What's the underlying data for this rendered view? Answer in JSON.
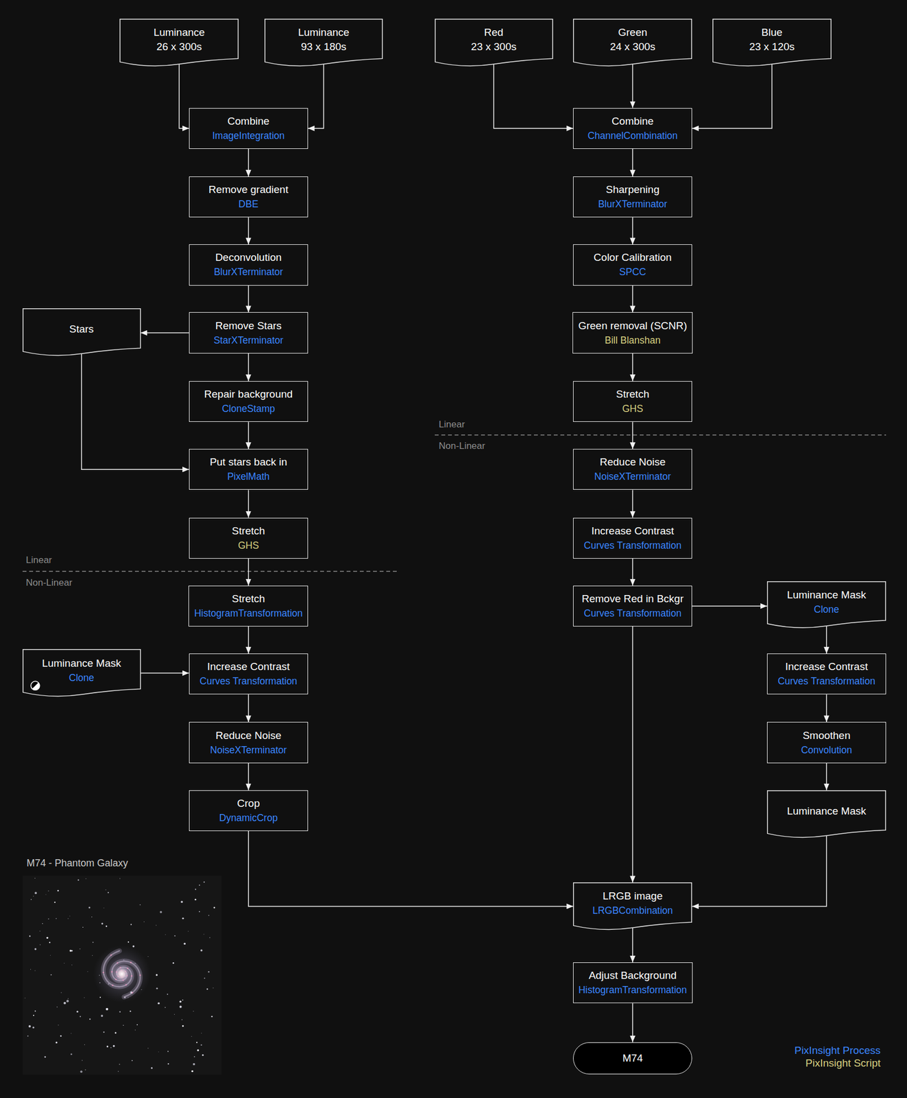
{
  "diagram": {
    "nodes": [
      {
        "text": [
          "Luminance",
          "26 x 300s"
        ]
      },
      {
        "text": [
          "Luminance",
          "93 x 180s"
        ]
      },
      {
        "text": [
          "Red",
          "23 x 300s"
        ]
      },
      {
        "text": [
          "Green",
          "24 x 300s"
        ]
      },
      {
        "text": [
          "Blue",
          "23 x 120s"
        ]
      },
      {
        "text": [
          "Combine",
          "ImageIntegration"
        ]
      },
      {
        "text": [
          "Combine",
          "ChannelCombination"
        ]
      },
      {
        "text": [
          "Remove gradient",
          "DBE"
        ]
      },
      {
        "text": [
          "Sharpening",
          "BlurXTerminator"
        ]
      },
      {
        "text": [
          "Deconvolution",
          "BlurXTerminator"
        ]
      },
      {
        "text": [
          "Color Calibration",
          "SPCC"
        ]
      },
      {
        "text": [
          "Stars"
        ]
      },
      {
        "text": [
          "Remove Stars",
          "StarXTerminator"
        ]
      },
      {
        "text": [
          "Green removal (SCNR)",
          "Bill Blanshan"
        ]
      },
      {
        "text": [
          "Repair background",
          "CloneStamp"
        ]
      },
      {
        "text": [
          "Stretch",
          "GHS"
        ]
      },
      {
        "text": [
          "Put stars back in",
          "PixelMath"
        ]
      },
      {
        "text": [
          "Reduce Noise",
          "NoiseXTerminator"
        ]
      },
      {
        "text": [
          "Stretch",
          "GHS"
        ]
      },
      {
        "text": [
          "Increase Contrast",
          "Curves Transformation"
        ]
      },
      {
        "text": [
          "Stretch",
          "HistogramTransformation"
        ]
      },
      {
        "text": [
          "Remove Red in Bckgr",
          "Curves Transformation"
        ]
      },
      {
        "text": [
          "Luminance Mask",
          "Clone"
        ]
      },
      {
        "text": [
          "Luminance Mask",
          "Clone"
        ]
      },
      {
        "text": [
          "Increase Contrast",
          "Curves Transformation"
        ]
      },
      {
        "text": [
          "Increase Contrast",
          "Curves Transformation"
        ]
      },
      {
        "text": [
          "Reduce Noise",
          "NoiseXTerminator"
        ]
      },
      {
        "text": [
          "Smoothen",
          "Convolution"
        ]
      },
      {
        "text": [
          "Crop",
          "DynamicCrop"
        ]
      },
      {
        "text": [
          "Luminance Mask"
        ]
      },
      {
        "text": [
          "LRGB image",
          "LRGBCombination"
        ]
      },
      {
        "text": [
          "Adjust Background",
          "HistogramTransformation"
        ]
      },
      {
        "text": [
          "M74"
        ]
      }
    ],
    "edges": [
      {
        "from": 0,
        "to": 5,
        "arrow": "to"
      },
      {
        "from": 1,
        "to": 5,
        "arrow": "to"
      },
      {
        "from": 2,
        "to": 6,
        "arrow": "to"
      },
      {
        "from": 3,
        "to": 6,
        "arrow": "to"
      },
      {
        "from": 4,
        "to": 6,
        "arrow": "to"
      },
      {
        "from": 5,
        "to": 7,
        "arrow": "to"
      },
      {
        "from": 7,
        "to": 9,
        "arrow": "to"
      },
      {
        "from": 9,
        "to": 12,
        "arrow": "to"
      },
      {
        "from": 12,
        "to": 11,
        "arrow": "to"
      },
      {
        "from": 12,
        "to": 14,
        "arrow": "to"
      },
      {
        "from": 11,
        "to": 16,
        "arrow": "to"
      },
      {
        "from": 14,
        "to": 16,
        "arrow": "to"
      },
      {
        "from": 16,
        "to": 18,
        "arrow": "to"
      },
      {
        "from": 18,
        "to": 20,
        "arrow": "to"
      },
      {
        "from": 20,
        "to": 24,
        "arrow": "to"
      },
      {
        "from": 23,
        "to": 24,
        "arrow": "to"
      },
      {
        "from": 24,
        "to": 26,
        "arrow": "to"
      },
      {
        "from": 26,
        "to": 28,
        "arrow": "to"
      },
      {
        "from": 28,
        "to": 30,
        "arrow": "to"
      },
      {
        "from": 6,
        "to": 8,
        "arrow": "to"
      },
      {
        "from": 8,
        "to": 10,
        "arrow": "to"
      },
      {
        "from": 10,
        "to": 13,
        "arrow": "to"
      },
      {
        "from": 13,
        "to": 15,
        "arrow": "to"
      },
      {
        "from": 15,
        "to": 17,
        "arrow": "to"
      },
      {
        "from": 17,
        "to": 19,
        "arrow": "to"
      },
      {
        "from": 19,
        "to": 21,
        "arrow": "to"
      },
      {
        "from": 21,
        "to": 22,
        "arrow": "to"
      },
      {
        "from": 21,
        "to": 30,
        "arrow": "to"
      },
      {
        "from": 22,
        "to": 25,
        "arrow": "to"
      },
      {
        "from": 25,
        "to": 27,
        "arrow": "to"
      },
      {
        "from": 27,
        "to": 29,
        "arrow": "to"
      },
      {
        "from": 29,
        "to": 30,
        "arrow": "to"
      },
      {
        "from": 30,
        "to": 31,
        "arrow": "to"
      },
      {
        "from": 31,
        "to": 32,
        "arrow": "to"
      }
    ],
    "labels": [
      "Linear",
      "Non-Linear",
      "Linear",
      "Non-Linear",
      "M74 - Phantom Galaxy"
    ],
    "legend": [
      {
        "text": "PixInsight Process",
        "color": "#3b86ff"
      },
      {
        "text": "PixInsight Script",
        "color": "#d7cf80"
      }
    ]
  }
}
